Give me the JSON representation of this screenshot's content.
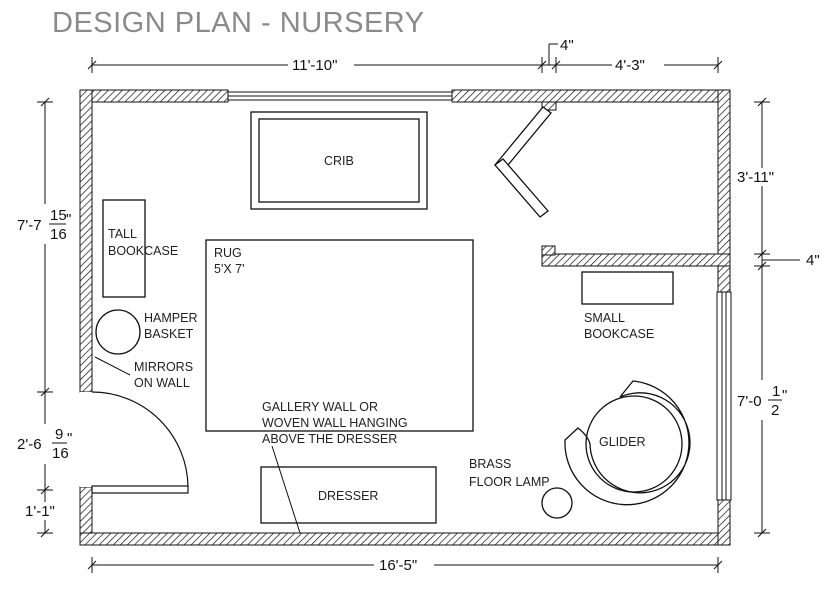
{
  "title": "DESIGN PLAN - NURSERY",
  "dimensions": {
    "top_left": "11'-10\"",
    "top_small": "4\"",
    "top_right": "4'-3\"",
    "bottom": "16'-5\"",
    "left_upper_main": "7'-7",
    "left_upper_num": "15",
    "left_upper_den": "16",
    "left_upper_tail": "\"",
    "left_middle_main": "2'-6",
    "left_middle_num": "9",
    "left_middle_den": "16",
    "left_middle_tail": "\"",
    "left_lower": "1'-1\"",
    "right_upper": "3'-11\"",
    "right_small": "4\"",
    "right_lower_main": "7'-0",
    "right_lower_num": "1",
    "right_lower_den": "2",
    "right_lower_tail": "\""
  },
  "labels": {
    "crib": "CRIB",
    "tall_bookcase_1": "TALL",
    "tall_bookcase_2": "BOOKCASE",
    "rug_1": "RUG",
    "rug_2": "5'X 7'",
    "hamper_1": "HAMPER",
    "hamper_2": "BASKET",
    "mirrors_1": "MIRRORS",
    "mirrors_2": "ON WALL",
    "gallery_1": "GALLERY WALL OR",
    "gallery_2": "WOVEN WALL HANGING",
    "gallery_3": "ABOVE THE DRESSER",
    "small_bookcase_1": "SMALL",
    "small_bookcase_2": "BOOKCASE",
    "glider": "GLIDER",
    "lamp_1": "BRASS",
    "lamp_2": "FLOOR LAMP",
    "dresser": "DRESSER"
  }
}
